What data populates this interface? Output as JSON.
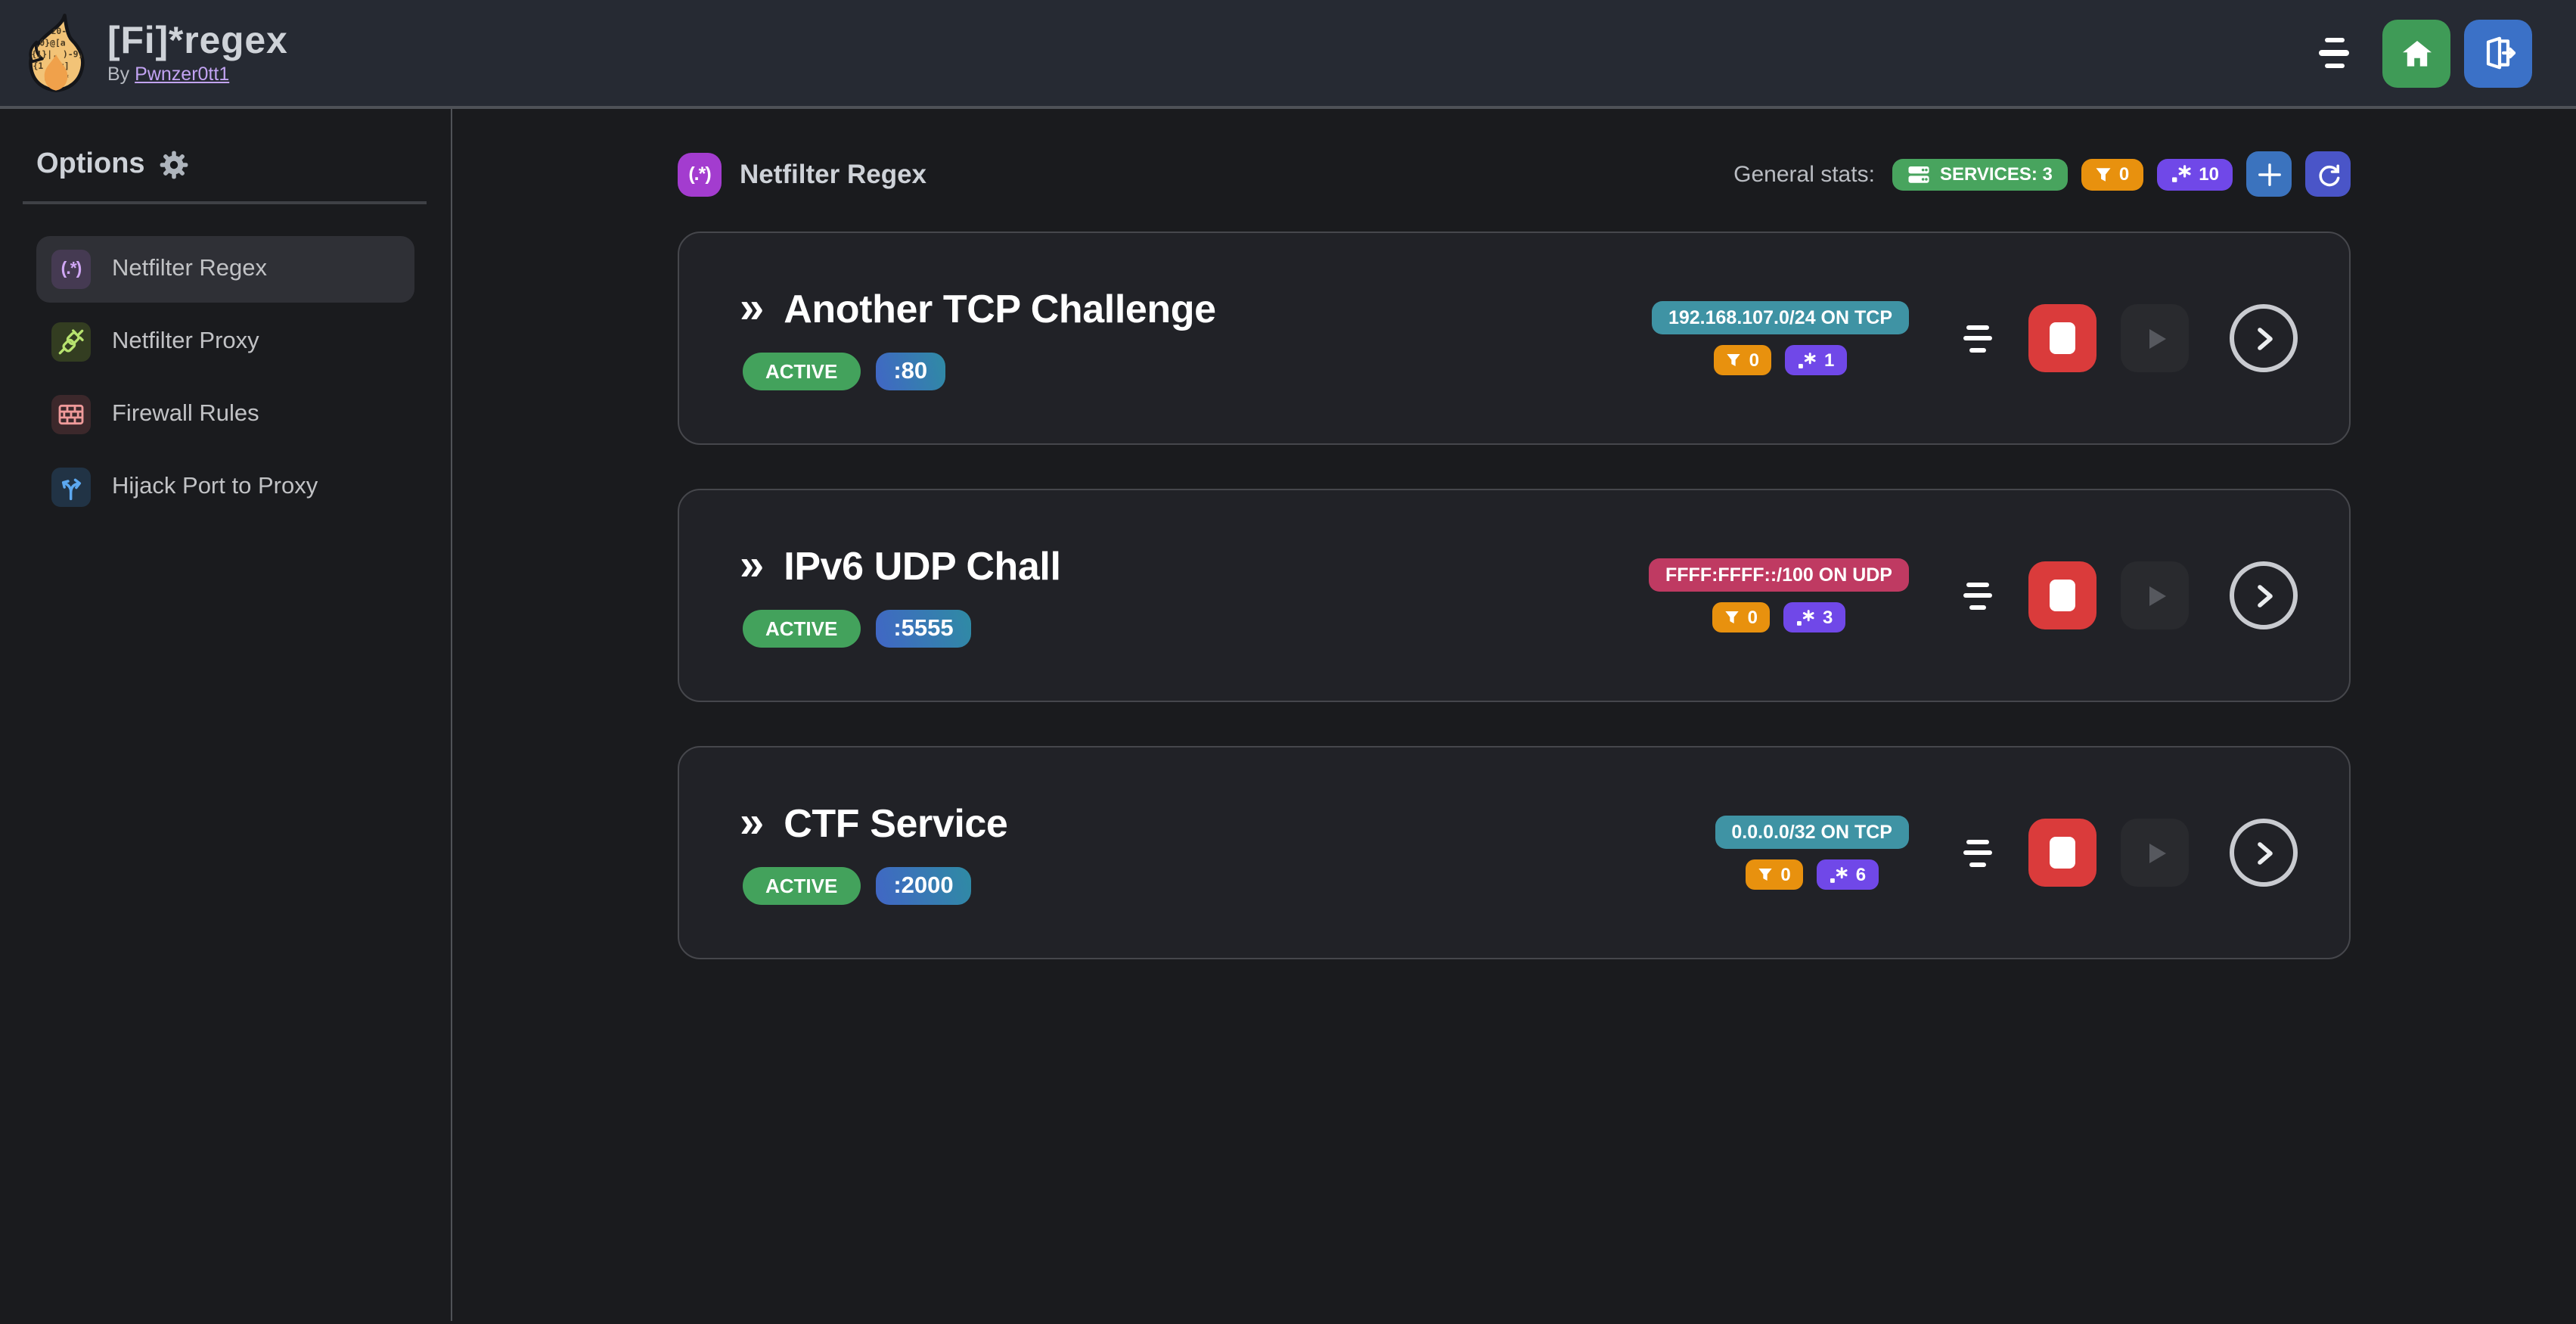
{
  "topbar": {
    "title": "[Fi]*regex",
    "byline": {
      "prefix": "By",
      "author": "Pwnzer0tt1"
    }
  },
  "sidebar": {
    "header": "Options",
    "items": [
      {
        "label": "Netfilter Regex",
        "icon": "regex-icon",
        "active": true
      },
      {
        "label": "Netfilter Proxy",
        "icon": "plug-icon",
        "active": false
      },
      {
        "label": "Firewall Rules",
        "icon": "wall-icon",
        "active": false
      },
      {
        "label": "Hijack Port to Proxy",
        "icon": "fork-icon",
        "active": false
      }
    ]
  },
  "main": {
    "section": {
      "icon_text": "(.*)",
      "title": "Netfilter Regex"
    },
    "stats": {
      "label": "General stats:",
      "services_badge": "SERVICES: 3",
      "filtered_count": "0",
      "regex_count": "10"
    }
  },
  "services": [
    {
      "name": "Another TCP Challenge",
      "status": "ACTIVE",
      "port": ":80",
      "ip": "192.168.107.0/24 ON TCP",
      "ip_badge_color": "#3f93a4",
      "filtered_count": "0",
      "regex_count": "1"
    },
    {
      "name": "IPv6 UDP Chall",
      "status": "ACTIVE",
      "port": ":5555",
      "ip": "FFFF:FFFF::/100 ON UDP",
      "ip_badge_color": "#bf3a62",
      "filtered_count": "0",
      "regex_count": "3"
    },
    {
      "name": "CTF Service",
      "status": "ACTIVE",
      "port": ":2000",
      "ip": "0.0.0.0/32 ON TCP",
      "ip_badge_color": "#3f93a4",
      "filtered_count": "0",
      "regex_count": "6"
    }
  ],
  "colors": {
    "page_bg": "#1a1b1e",
    "topbar_bg": "#262a33",
    "card_bg": "#212227",
    "accent_green": "#43a25c",
    "accent_orange": "#e8910e",
    "accent_violet": "#7048e8",
    "accent_blue": "#3b73be",
    "accent_indigo": "#4a55c8",
    "accent_red": "#da3b3b",
    "badge_teal": "#3f93a4",
    "badge_pink": "#bf3a62",
    "port_gradient_from": "#4166c5",
    "port_gradient_to": "#2f8ba4",
    "home_green": "#3f9b57",
    "logout_blue": "#3b71c7",
    "link_purple": "#c2a3f2"
  }
}
